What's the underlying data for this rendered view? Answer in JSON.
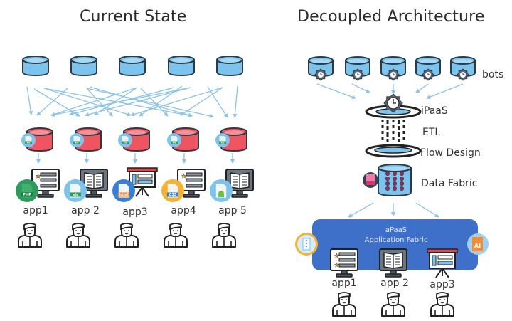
{
  "current_state": {
    "title": "Current State",
    "source_databases": 5,
    "app_databases": [
      {
        "badge": "file-icon"
      },
      {
        "badge": "file-icon"
      },
      {
        "badge": "file-icon"
      },
      {
        "badge": "file-icon"
      },
      {
        "badge": "file-icon"
      }
    ],
    "apps": [
      {
        "label": "app1",
        "screen": "list-monitor",
        "badge": "php-file-icon",
        "badge_color": "#2e9a5b"
      },
      {
        "label": "app 2",
        "screen": "book-monitor",
        "badge": "xls-file-icon",
        "badge_color": "#6cb8e6"
      },
      {
        "label": "app3",
        "screen": "presentation-board",
        "badge": "html-file-icon",
        "badge_color": "#3b7fd0"
      },
      {
        "label": "app4",
        "screen": "list-monitor",
        "badge": "css-file-icon",
        "badge_color": "#f2b233"
      },
      {
        "label": "app 5",
        "screen": "book-monitor",
        "badge": "android-file-icon",
        "badge_color": "#6cb8e6"
      }
    ],
    "users": 5
  },
  "decoupled": {
    "title": "Decoupled Architecture",
    "bots_label": "bots",
    "bot_databases": 5,
    "ipaas_label": "iPaaS",
    "etl_label": "ETL",
    "flow_label": "Flow Design",
    "data_fabric_label": "Data Fabric",
    "apaas_line1": "aPaaS",
    "apaas_line2": "Application Fabric",
    "apps": [
      {
        "label": "app1",
        "screen": "list-monitor"
      },
      {
        "label": "app 2",
        "screen": "book-monitor"
      },
      {
        "label": "app3",
        "screen": "presentation-board"
      }
    ],
    "users": 3,
    "side_badges": {
      "left": "zip-file-icon",
      "right": "ai-file-icon"
    }
  },
  "colors": {
    "db_blue": "#7cc4ee",
    "db_red": "#ee5561",
    "arrow": "#8cc3e6",
    "outline": "#2d3a44",
    "apaas_box": "#3f70c9"
  }
}
